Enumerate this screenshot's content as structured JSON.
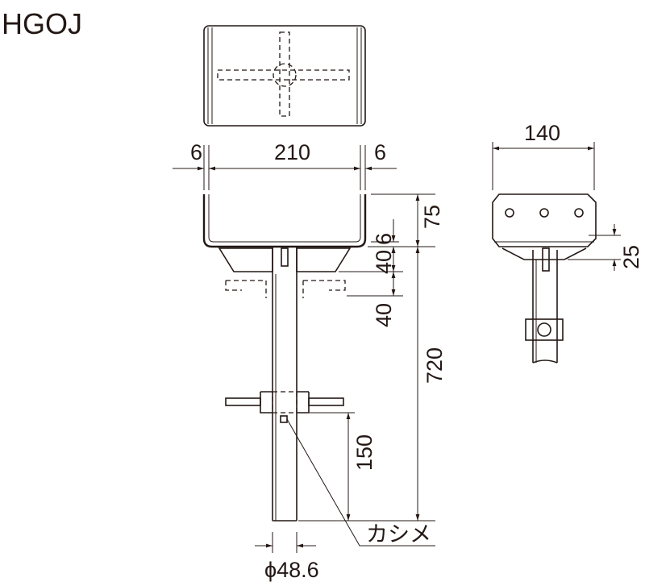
{
  "title": "HGOJ",
  "dimensions": {
    "left_gap": "6",
    "width": "210",
    "right_gap": "6",
    "top_height": "75",
    "plate_thickness": "6",
    "bracket_40_a": "40",
    "bracket_40_b": "40",
    "total_height": "720",
    "lower_offset": "150",
    "side_width": "140",
    "side_plate": "25"
  },
  "labels": {
    "crimp": "カシメ",
    "pipe_diameter": "ϕ48.6"
  },
  "colors": {
    "ink": "#231815",
    "background": "#ffffff"
  }
}
